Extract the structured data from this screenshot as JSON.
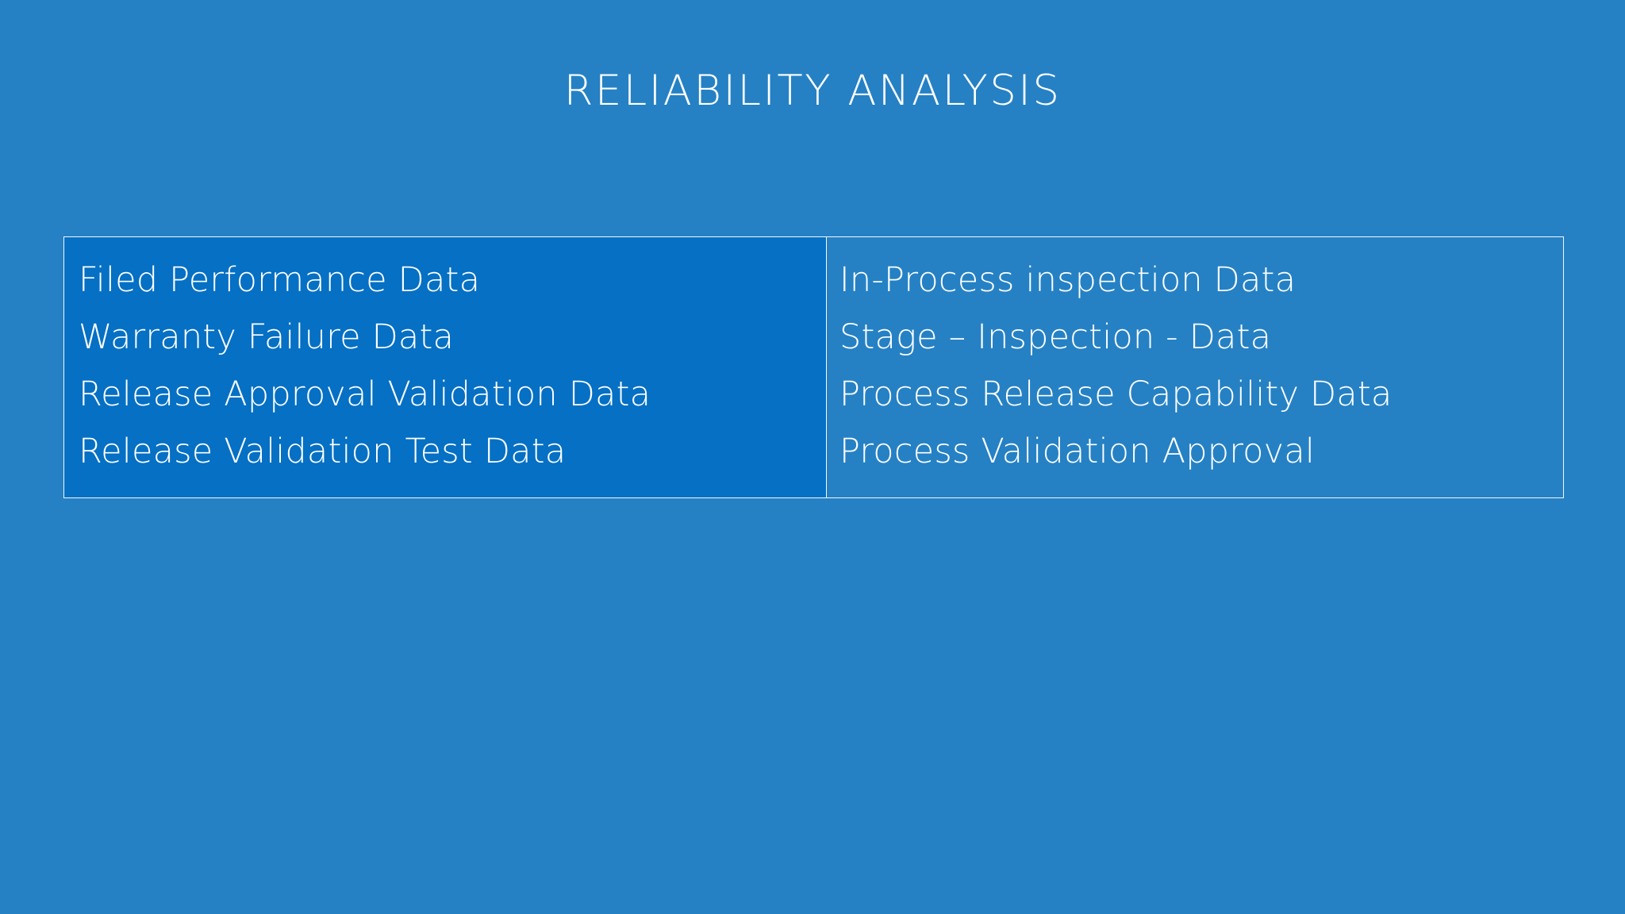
{
  "slide": {
    "title": "RELIABILITY ANALYSIS",
    "background_color": "#2581c4",
    "text_color": "#ffffff",
    "border_color": "#f2f7fb"
  },
  "table": {
    "columns": [
      {
        "name": "design-reliability-data",
        "background_color": "#0570c4",
        "items": [
          "Filed Performance Data",
          "Warranty Failure Data",
          "Release Approval Validation Data",
          "Release Validation Test Data"
        ]
      },
      {
        "name": "process-reliability-data",
        "background_color": "#2581c4",
        "items": [
          "In-Process inspection Data",
          "Stage – Inspection - Data",
          "Process Release Capability Data",
          "Process Validation Approval"
        ]
      }
    ]
  }
}
